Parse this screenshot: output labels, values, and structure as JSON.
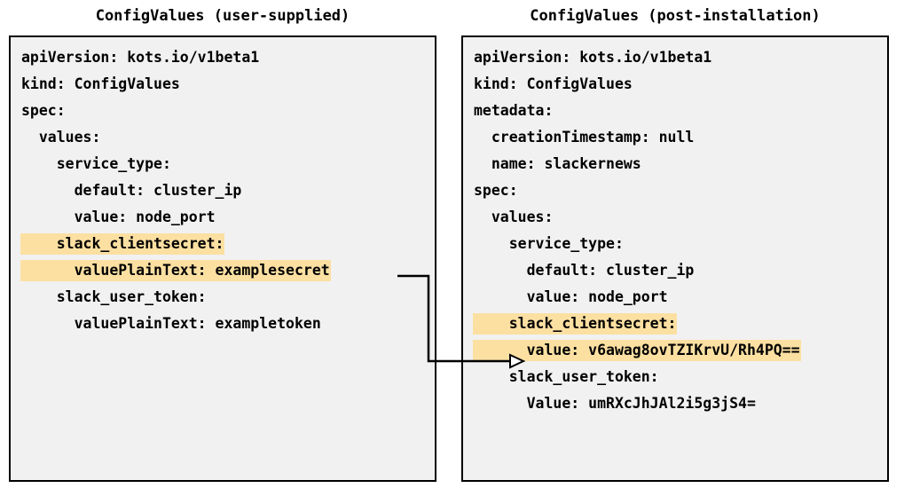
{
  "panels": [
    {
      "id": "user-supplied",
      "title": "ConfigValues (user-supplied)",
      "lines": [
        {
          "text": "apiVersion: kots.io/v1beta1",
          "highlight": false
        },
        {
          "text": "kind: ConfigValues",
          "highlight": false
        },
        {
          "text": "spec:",
          "highlight": false
        },
        {
          "text": "  values:",
          "highlight": false
        },
        {
          "text": "    service_type:",
          "highlight": false
        },
        {
          "text": "      default: cluster_ip",
          "highlight": false
        },
        {
          "text": "      value: node_port",
          "highlight": false
        },
        {
          "text": "    slack_clientsecret:",
          "highlight": true
        },
        {
          "text": "      valuePlainText: examplesecret",
          "highlight": true
        },
        {
          "text": "    slack_user_token:",
          "highlight": false
        },
        {
          "text": "      valuePlainText: exampletoken",
          "highlight": false
        }
      ]
    },
    {
      "id": "post-installation",
      "title": "ConfigValues (post-installation)",
      "lines": [
        {
          "text": "apiVersion: kots.io/v1beta1",
          "highlight": false
        },
        {
          "text": "kind: ConfigValues",
          "highlight": false
        },
        {
          "text": "metadata:",
          "highlight": false
        },
        {
          "text": "  creationTimestamp: null",
          "highlight": false
        },
        {
          "text": "  name: slackernews",
          "highlight": false
        },
        {
          "text": "spec:",
          "highlight": false
        },
        {
          "text": "  values:",
          "highlight": false
        },
        {
          "text": "    service_type:",
          "highlight": false
        },
        {
          "text": "      default: cluster_ip",
          "highlight": false
        },
        {
          "text": "      value: node_port",
          "highlight": false
        },
        {
          "text": "    slack_clientsecret:",
          "highlight": true
        },
        {
          "text": "      value: v6awag8ovTZIKrvU/Rh4PQ==",
          "highlight": true
        },
        {
          "text": "    slack_user_token:",
          "highlight": false
        },
        {
          "text": "      Value: umRXcJhJAl2i5g3jS4=",
          "highlight": false
        }
      ]
    }
  ],
  "connector": {
    "label": "",
    "from": "examplesecret",
    "to": "value: v6awag8ovTZIKrvU/Rh4PQ=="
  },
  "colors": {
    "highlight": "#fce0a2",
    "box_background": "#f1f1f1",
    "border": "#000000",
    "text": "#000000",
    "page_background": "#ffffff"
  }
}
